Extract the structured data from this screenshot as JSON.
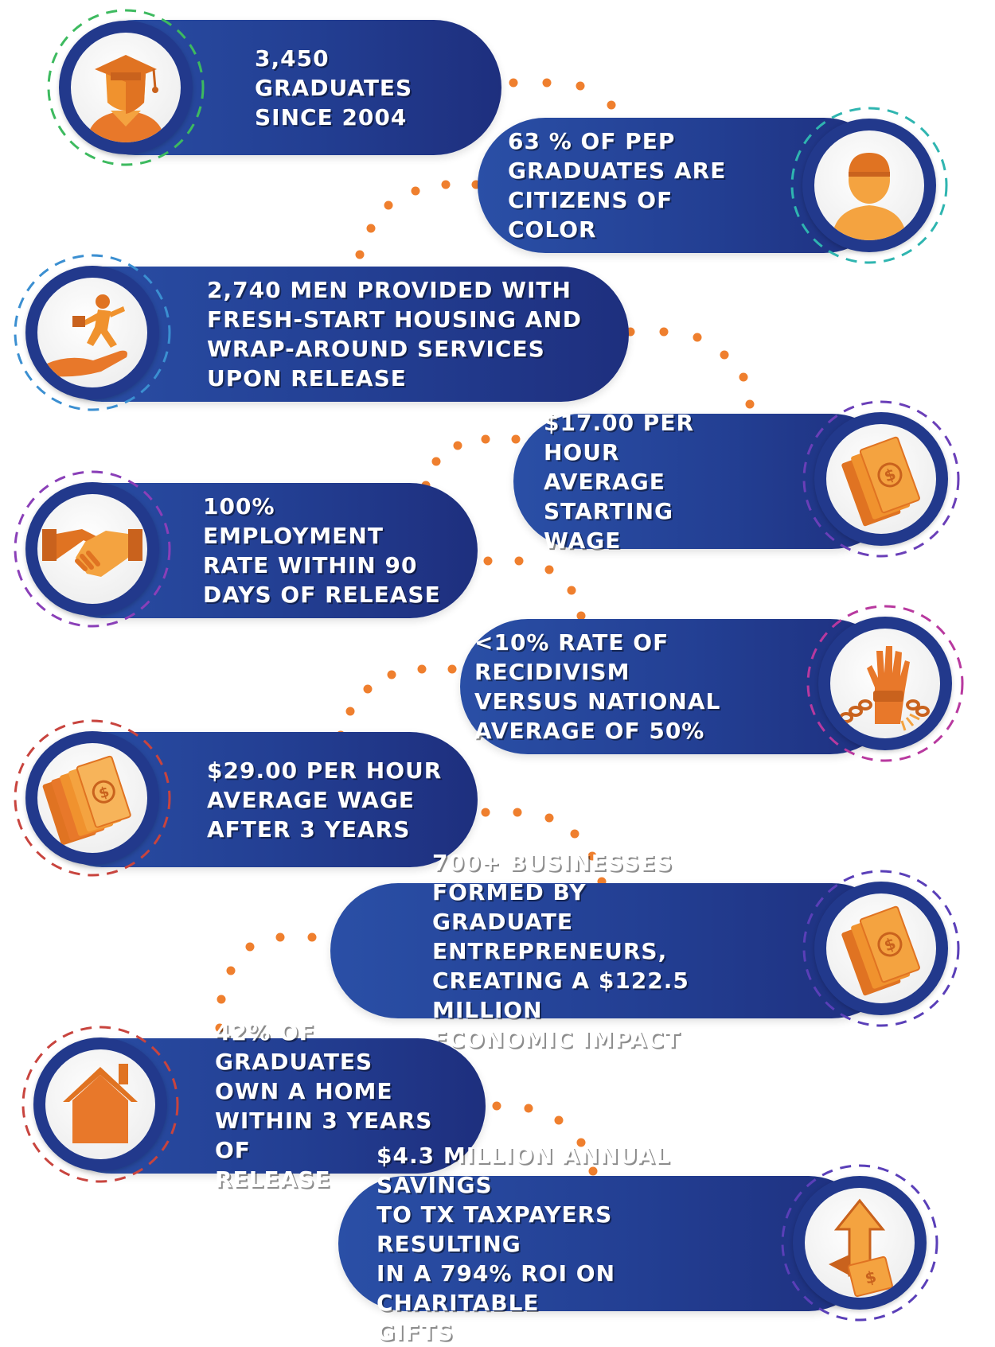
{
  "stats": [
    {
      "text": "3,450 GRADUATES\nSINCE 2004",
      "icon": "graduate-icon",
      "ring_color": "#3dba5f"
    },
    {
      "text": "63 % OF PEP\nGRADUATES ARE\nCITIZENS OF COLOR",
      "icon": "person-icon",
      "ring_color": "#2fb5b0"
    },
    {
      "text": "2,740 MEN PROVIDED WITH\nFRESH-START HOUSING AND\nWRAP-AROUND  SERVICES\nUPON RELEASE",
      "icon": "helping-hand-icon",
      "ring_color": "#3b8fd1"
    },
    {
      "text": "$17.00 PER HOUR\nAVERAGE STARTING\nWAGE",
      "icon": "money-icon",
      "ring_color": "#6a3fb8"
    },
    {
      "text": "100%  EMPLOYMENT\nRATE WITHIN 90\nDAYS OF RELEASE",
      "icon": "handshake-icon",
      "ring_color": "#8a3fb8"
    },
    {
      "text": "<10% RATE OF RECIDIVISM\nVERSUS NATIONAL\nAVERAGE OF 50%",
      "icon": "broken-chain-hand-icon",
      "ring_color": "#b8399f"
    },
    {
      "text": "$29.00 PER HOUR\nAVERAGE WAGE\nAFTER 3 YEARS",
      "icon": "money-stack-icon",
      "ring_color": "#c8443e"
    },
    {
      "text": "700+ BUSINESSES FORMED BY\nGRADUATE ENTREPRENEURS,\nCREATING A $122.5 MILLION\nECONOMIC IMPACT",
      "icon": "money-icon",
      "ring_color": "#5a3fb8"
    },
    {
      "text": "42% OF GRADUATES\nOWN A HOME\nWITHIN 3 YEARS OF\nRELEASE",
      "icon": "house-icon",
      "ring_color": "#c8443e"
    },
    {
      "text": "$4.3 MILLION ANNUAL SAVINGS\nTO TX TAXPAYERS RESULTING\nIN A 794% ROI ON CHARITABLE\nGIFTS",
      "icon": "growth-arrow-money-icon",
      "ring_color": "#5a3fb8"
    }
  ]
}
